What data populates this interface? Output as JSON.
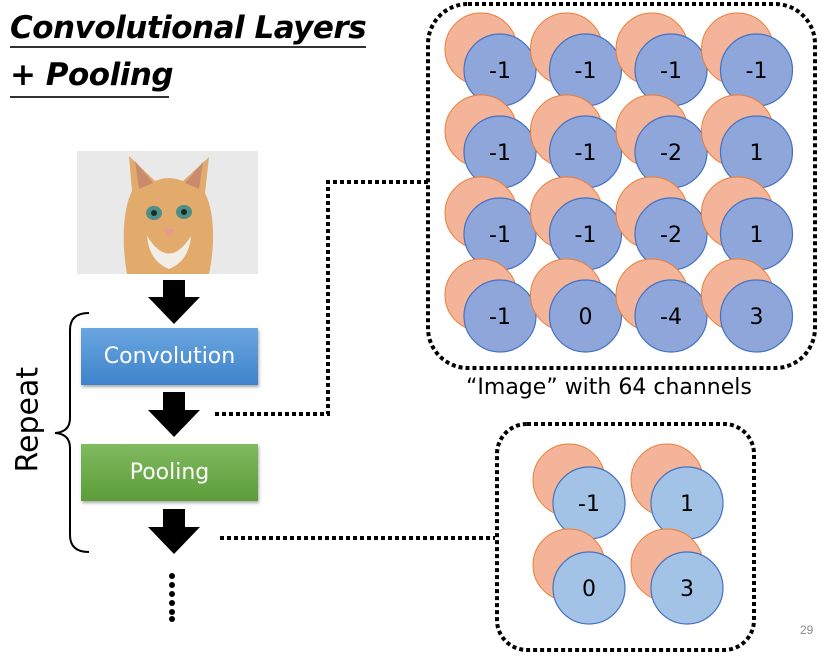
{
  "title": {
    "line1": "Convolutional Layers",
    "line2": "+ Pooling"
  },
  "input_image": {
    "alt": "kitten photo",
    "icon": "cat-photo"
  },
  "pipeline": {
    "blocks": [
      {
        "label": "Convolution",
        "color": "#4a8fd6"
      },
      {
        "label": "Pooling",
        "color": "#6aa84a"
      }
    ],
    "repeat_label": "Repeat",
    "continuation": "vertical-ellipsis"
  },
  "conv_output": {
    "caption": "“Image” with 64 channels",
    "grid": [
      [
        "-1",
        "-1",
        "-1",
        "-1"
      ],
      [
        "-1",
        "-1",
        "-2",
        "1"
      ],
      [
        "-1",
        "-1",
        "-2",
        "1"
      ],
      [
        "-1",
        "0",
        "-4",
        "3"
      ]
    ],
    "front_color": "#8ea6da",
    "back_color": "#f3b49a"
  },
  "pool_output": {
    "grid": [
      [
        "-1",
        "1"
      ],
      [
        "0",
        "3"
      ]
    ],
    "front_color": "#a2c2e6",
    "back_color": "#f3b49a"
  },
  "page_number": "29"
}
